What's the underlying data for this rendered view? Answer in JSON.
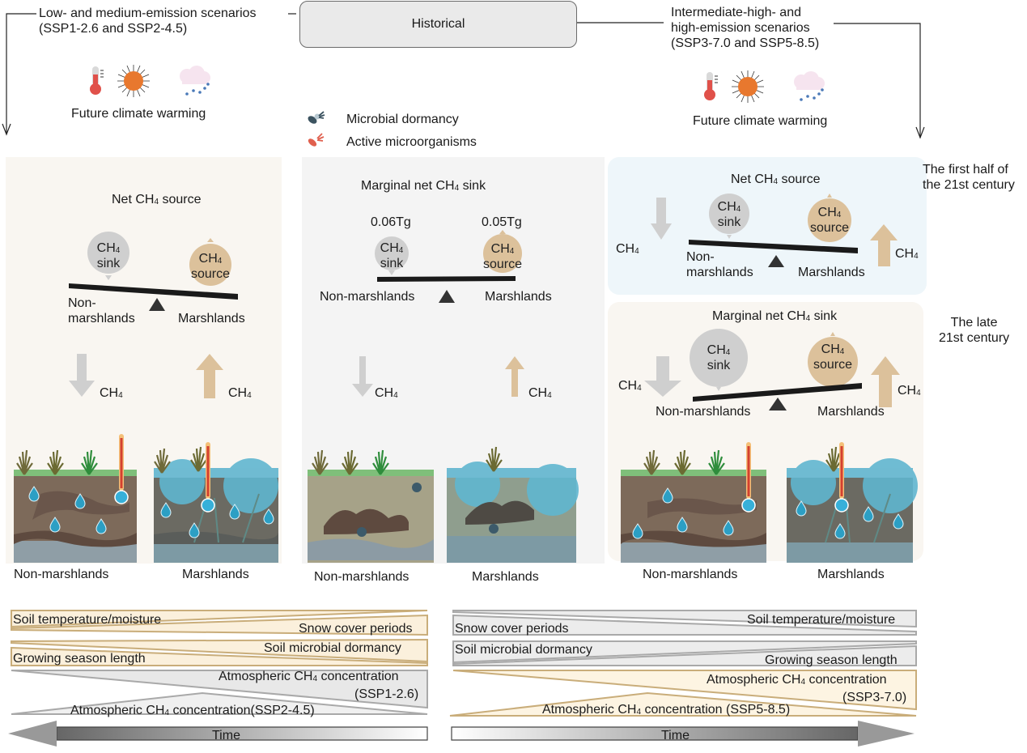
{
  "header": {
    "historical_label": "Historical",
    "left_scenario": {
      "line1": "Low- and medium-emission scenarios",
      "line2": "(SSP1-2.6 and SSP2-4.5)"
    },
    "right_scenario": {
      "line1": "Intermediate-high- and",
      "line2": "high-emission scenarios",
      "line3": "(SSP3-7.0 and SSP5-8.5)"
    },
    "future_label_left": "Future climate warming",
    "future_label_right": "Future climate warming"
  },
  "legend": {
    "items": [
      {
        "icon": "dormant-microbe-icon",
        "label": "Microbial dormancy"
      },
      {
        "icon": "active-microbe-icon",
        "label": "Active microorganisms"
      }
    ]
  },
  "ch4": "CH",
  "ch4_sub": "4",
  "panels": {
    "left": {
      "title_pre": "Net CH",
      "title_post": " source",
      "sink_label": "sink",
      "source_label": "source",
      "left_land_1": "Non-",
      "left_land_2": "marshlands",
      "right_land": "Marshlands",
      "soil_left": "Non-marshlands",
      "soil_right": "Marshlands"
    },
    "middle": {
      "title_pre": "Marginal net CH",
      "title_post": " sink",
      "sink_value": "0.06Tg",
      "source_value": "0.05Tg",
      "sink_label": "sink",
      "source_label": "source",
      "left_land": "Non-marshlands",
      "right_land": "Marshlands",
      "soil_left": "Non-marshlands",
      "soil_right": "Marshlands"
    },
    "right_top": {
      "period": [
        "The first half of",
        "the 21st century"
      ],
      "title_pre": "Net CH",
      "title_post": " source",
      "sink_label": "sink",
      "source_label": "source",
      "left_land_1": "Non-",
      "left_land_2": "marshlands",
      "right_land": "Marshlands"
    },
    "right_bottom": {
      "period": [
        "The late",
        "21st century"
      ],
      "title_pre": "Marginal net CH",
      "title_post": " sink",
      "sink_label": "sink",
      "source_label": "source",
      "left_land": "Non-marshlands",
      "right_land": "Marshlands",
      "soil_left": "Non-marshlands",
      "soil_right": "Marshlands"
    }
  },
  "trends_left": {
    "rows": [
      {
        "label_a": "Soil temperature/moisture",
        "label_b": "Snow cover periods"
      },
      {
        "label_a": "Soil microbial dormancy",
        "label_b": "Growing season length"
      }
    ],
    "atm_a_pre": "Atmospheric CH",
    "atm_a_post": " concentration",
    "atm_a_ssp": "(SSP1-2.6)",
    "atm_b_pre": "Atmospheric CH",
    "atm_b_post": " concentration(SSP2-4.5)",
    "time_label": "Time",
    "direction": "leftward"
  },
  "trends_right": {
    "rows": [
      {
        "label_a": "Soil temperature/moisture",
        "label_b": "Snow cover periods"
      },
      {
        "label_a": "Soil microbial dormancy",
        "label_b": "Growing season length"
      }
    ],
    "atm_a_pre": "Atmospheric CH",
    "atm_a_post": " concentration",
    "atm_a_ssp": "(SSP3-7.0)",
    "atm_b_pre": "Atmospheric CH",
    "atm_b_post": " concentration (SSP5-8.5)",
    "time_label": "Time",
    "direction": "rightward"
  },
  "colors": {
    "source": "#dcc19b",
    "sink": "#cfcfcf",
    "panel_warm": "#f9f6f1",
    "panel_gray": "#f4f4f4",
    "panel_blue": "#eef6fa",
    "beam": "#1a1a1a",
    "trend_tan": "#c9ad7a",
    "trend_gray": "#a9a9a9"
  }
}
